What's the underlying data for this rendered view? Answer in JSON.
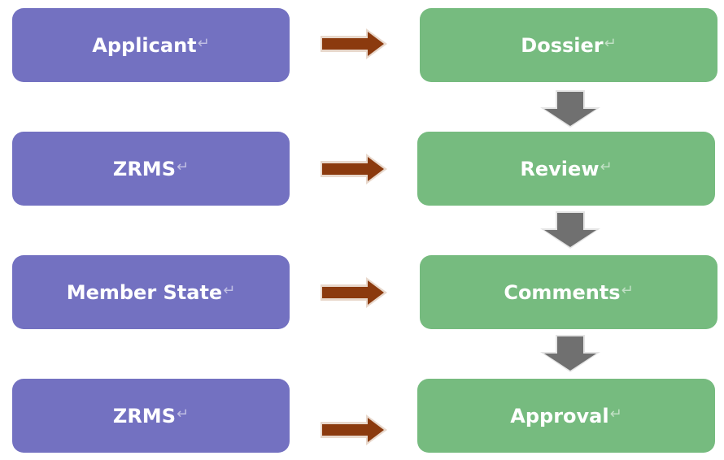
{
  "colors": {
    "left_box": "#7371C1",
    "right_box": "#76BB7F",
    "horizontal_arrow": "#8B3A0E",
    "vertical_arrow": "#707070"
  },
  "return_mark": "↵",
  "left_boxes": [
    {
      "label": "Applicant"
    },
    {
      "label": "ZRMS"
    },
    {
      "label": "Member State"
    },
    {
      "label": "ZRMS"
    }
  ],
  "right_boxes": [
    {
      "label": "Dossier"
    },
    {
      "label": "Review"
    },
    {
      "label": "Comments"
    },
    {
      "label": "Approval"
    }
  ]
}
